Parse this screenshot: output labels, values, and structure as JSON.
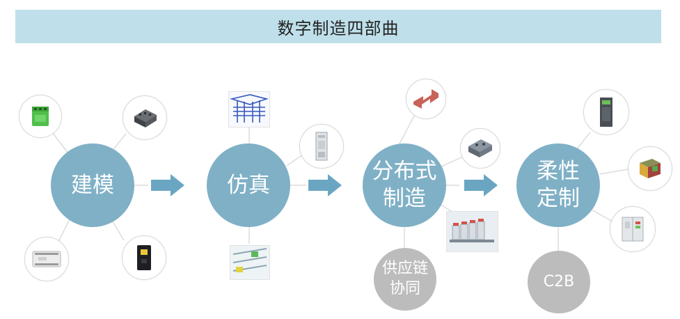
{
  "header": {
    "title": "数字制造四部曲"
  },
  "stages": [
    {
      "line1": "建模",
      "line2": ""
    },
    {
      "line1": "仿真",
      "line2": ""
    },
    {
      "line1": "分布式",
      "line2": "制造"
    },
    {
      "line1": "柔性",
      "line2": "定制"
    }
  ],
  "sub_nodes": [
    {
      "line1": "供应链",
      "line2": "协同"
    },
    {
      "line1": "C2B",
      "line2": ""
    }
  ],
  "colors": {
    "main_circle": "#7fb0c6",
    "sub_circle": "#bcbcbc",
    "arrow": "#6aa6c2",
    "header_bg": "#bfe0ea",
    "connector": "#dcdcdc"
  },
  "icons": [
    "green-terminal-block-icon",
    "dark-connector-icon",
    "plc-module-icon",
    "switch-device-icon",
    "wiring-diagram-icon",
    "cabinet-panel-icon",
    "cable-tray-icon",
    "copper-busbar-icon",
    "metal-bracket-icon",
    "terminal-rail-icon",
    "drive-module-icon",
    "heatsink-box-icon",
    "electrical-cabinet-icon"
  ]
}
